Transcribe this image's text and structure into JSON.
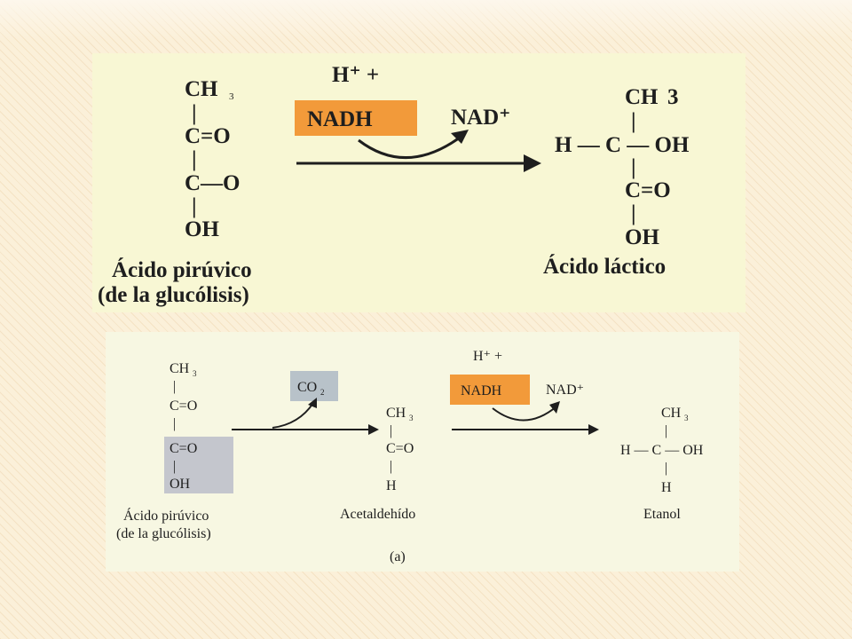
{
  "colors": {
    "background": "#fbf0d9",
    "panel_top": "#f8f7d4",
    "panel_bottom": "#f7f7e2",
    "nadh_box": "#f29a3a",
    "co2_box": "#b8c2c9",
    "highlight_box": "#c4c6cd",
    "ink": "#1e1e1e"
  },
  "top": {
    "pyruvate": {
      "ch3": "CH",
      "ch3_sub": "3",
      "bond": "|",
      "c_eq_o": "C=O",
      "c_o": "C—O",
      "oh": "OH"
    },
    "h_plus": "H⁺ +",
    "nadh": "NADH",
    "nad_plus": "NAD⁺",
    "lactate": {
      "ch3": "CH",
      "ch3_sub": "3",
      "bond": "|",
      "h_c_oh": "H — C — OH",
      "c_eq_o": "C=O",
      "oh": "OH"
    },
    "label_pyruvate_line1": "Ácido pirúvico",
    "label_pyruvate_line2": "(de la glucólisis)",
    "label_lactate": "Ácido láctico"
  },
  "bottom": {
    "pyruvate": {
      "ch3": "CH",
      "ch3_sub": "3",
      "bond": "|",
      "c_eq_o": "C=O",
      "c_eq_o_2": "C=O",
      "oh": "OH"
    },
    "co2": "CO",
    "co2_sub": "2",
    "acetaldehyde": {
      "ch3": "CH",
      "ch3_sub": "3",
      "bond": "|",
      "c_eq_o": "C=O",
      "h": "H"
    },
    "h_plus": "H⁺ +",
    "nadh": "NADH",
    "nad_plus": "NAD⁺",
    "ethanol": {
      "ch3": "CH",
      "ch3_sub": "3",
      "bond": "|",
      "h_c_oh": "H — C — OH",
      "h": "H"
    },
    "label_pyruvate_line1": "Ácido pirúvico",
    "label_pyruvate_line2": "(de la glucólisis)",
    "label_acetaldehyde": "Acetaldehído",
    "label_ethanol": "Etanol",
    "caption": "(a)"
  }
}
